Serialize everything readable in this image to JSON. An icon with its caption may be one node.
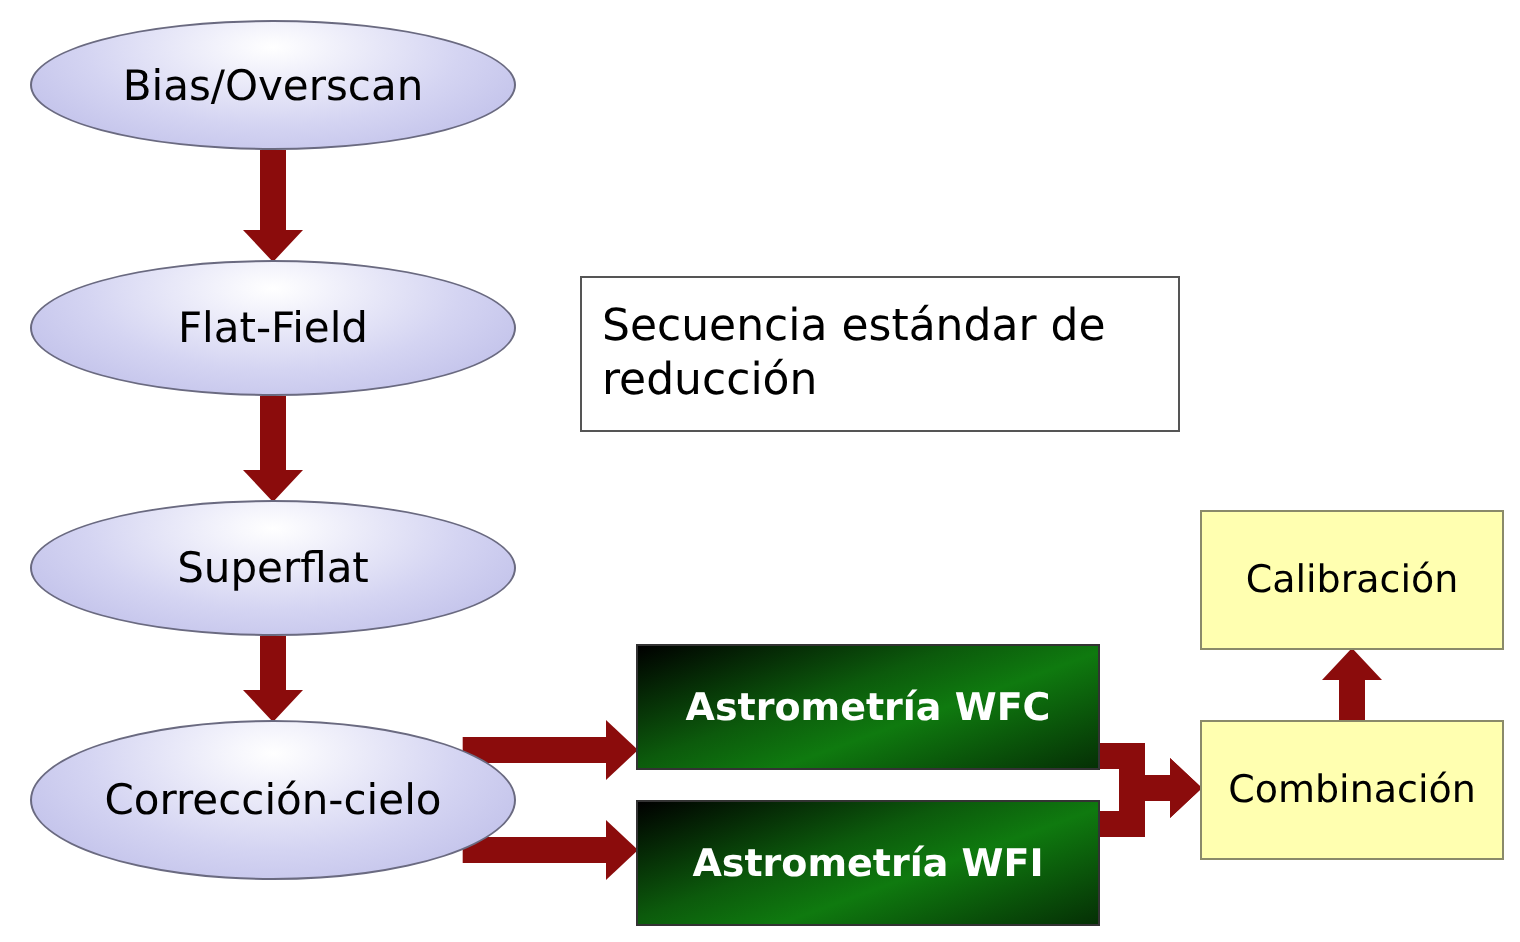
{
  "diagram": {
    "nodes": [
      {
        "text": [
          "Bias/Overscan"
        ]
      },
      {
        "text": [
          "Flat-Field"
        ]
      },
      {
        "text": [
          "Superflat"
        ]
      },
      {
        "text": [
          "Corrección-cielo"
        ]
      },
      {
        "text": [
          "Secuencia estándar de reducción"
        ]
      },
      {
        "text": [
          "Astrometría WFC"
        ]
      },
      {
        "text": [
          "Astrometría WFI"
        ]
      },
      {
        "text": [
          "Calibración"
        ]
      },
      {
        "text": [
          "Combinación"
        ]
      }
    ],
    "edges": [
      {
        "from": 0,
        "to": 1,
        "arrow": "to"
      },
      {
        "from": 1,
        "to": 2,
        "arrow": "to"
      },
      {
        "from": 2,
        "to": 3,
        "arrow": "to"
      },
      {
        "from": 3,
        "to": 5,
        "arrow": "to"
      },
      {
        "from": 3,
        "to": 6,
        "arrow": "to"
      },
      {
        "from": 5,
        "to": 8,
        "arrow": "to"
      },
      {
        "from": 6,
        "to": 8,
        "arrow": "to"
      },
      {
        "from": 8,
        "to": 7,
        "arrow": "to"
      }
    ]
  }
}
